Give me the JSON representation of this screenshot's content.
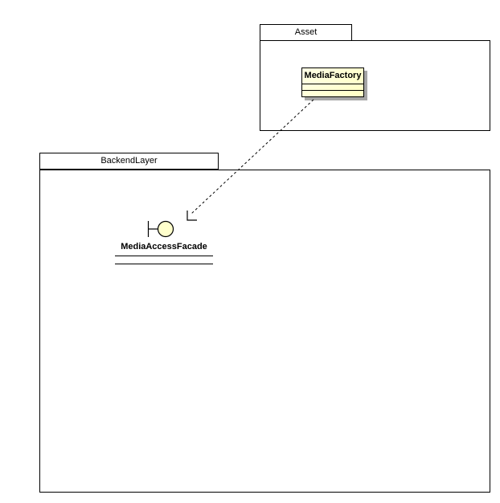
{
  "diagram": {
    "asset_package": {
      "label": "Asset"
    },
    "backend_package": {
      "label": "BackendLayer"
    },
    "media_factory": {
      "label": "MediaFactory"
    },
    "media_access_facade": {
      "label": "MediaAccessFacade"
    },
    "connector": {
      "type": "dashed-dependency-arrow",
      "from": "MediaFactory",
      "to": "MediaAccessFacade"
    },
    "colors": {
      "background": "#FFFFFF",
      "border": "#000000",
      "element_fill": "#FFFFCC",
      "shadow": "#A6A6A6"
    }
  }
}
